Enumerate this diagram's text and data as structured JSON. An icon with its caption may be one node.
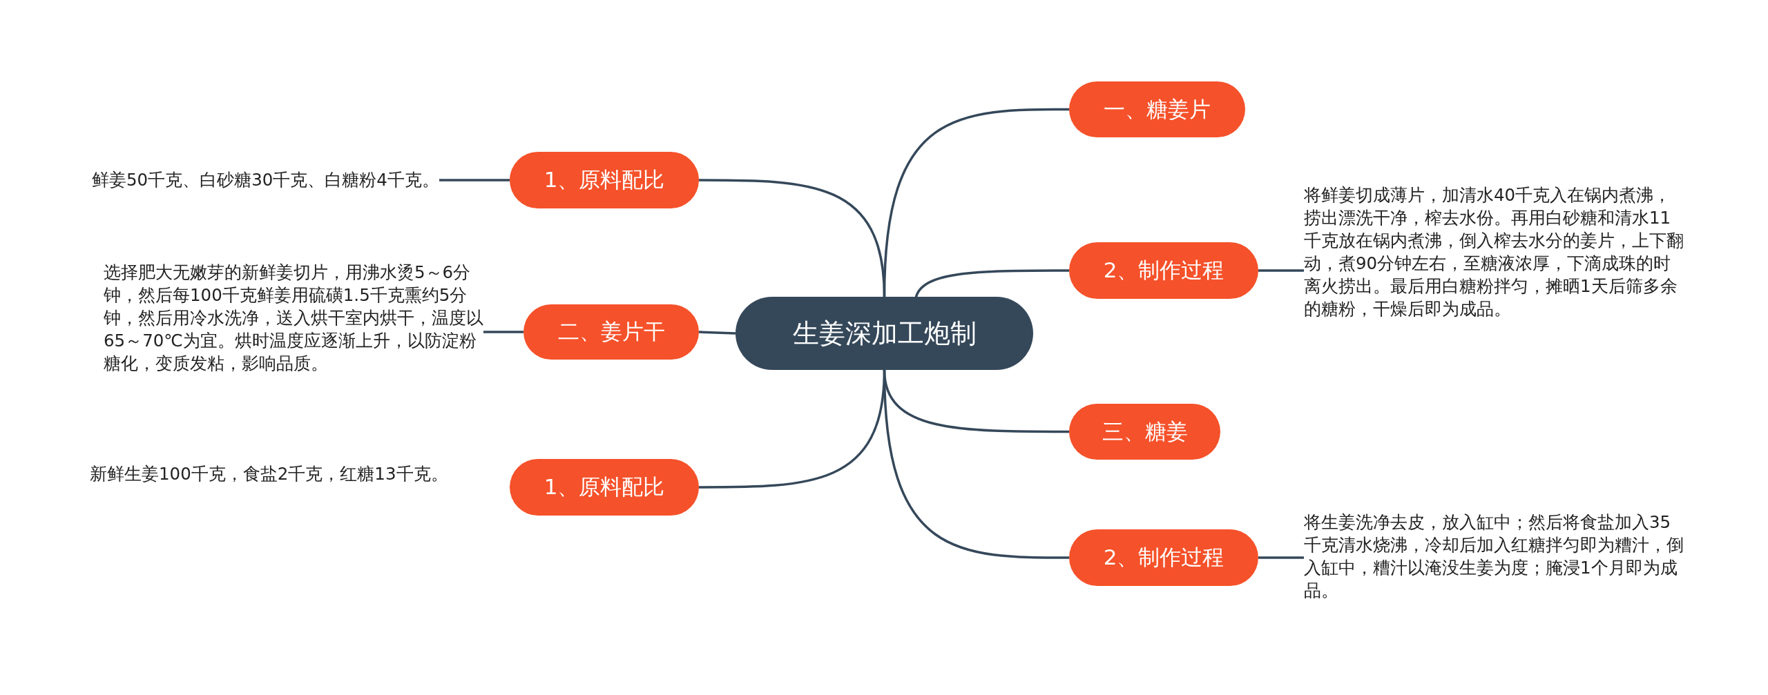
{
  "diagram": {
    "nodes": [
      {
        "text": [
          "生姜深加工炮制"
        ]
      },
      {
        "text": [
          "一、糖姜片"
        ]
      },
      {
        "text": [
          "2、制作过程"
        ]
      },
      {
        "text": [
          "将鲜姜切成薄片，加清水40千克入在锅内煮沸，捞出漂洗干净，榨去水份。再用白砂糖和清水11千克放在锅内煮沸，倒入榨去水分的姜片，上下翻动，煮90分钟左右，至糖液浓厚，下滴成珠的时离火捞出。最后用白糖粉拌匀，摊晒1天后筛多余的糖粉，干燥后即为成品。"
        ]
      },
      {
        "text": [
          "三、糖姜"
        ]
      },
      {
        "text": [
          "2、制作过程"
        ]
      },
      {
        "text": [
          "将生姜洗净去皮，放入缸中；然后将食盐加入35千克清水烧沸，冷却后加入红糖拌匀即为糟汁，倒入缸中，糟汁以淹没生姜为度；腌浸1个月即为成品。"
        ]
      },
      {
        "text": [
          "1、原料配比"
        ]
      },
      {
        "text": [
          "鲜姜50千克、白砂糖30千克、白糖粉4千克。"
        ]
      },
      {
        "text": [
          "二、姜片干"
        ]
      },
      {
        "text": [
          "选择肥大无嫩芽的新鲜姜切片，用沸水烫5～6分钟，然后每100千克鲜姜用硫磺1.5千克熏约5分钟，然后用冷水洗净，送入烘干室内烘干，温度以65～70℃为宜。烘时温度应逐渐上升，以防淀粉糖化，变质发粘，影响品质。"
        ]
      },
      {
        "text": [
          "1、原料配比"
        ]
      },
      {
        "text": [
          "新鲜生姜100千克，食盐2千克，红糖13千克。"
        ]
      }
    ],
    "edges": [
      {
        "from": 0,
        "to": 1,
        "arrow": "none"
      },
      {
        "from": 0,
        "to": 2,
        "arrow": "none"
      },
      {
        "from": 2,
        "to": 3,
        "arrow": "none"
      },
      {
        "from": 0,
        "to": 4,
        "arrow": "none"
      },
      {
        "from": 0,
        "to": 5,
        "arrow": "none"
      },
      {
        "from": 5,
        "to": 6,
        "arrow": "none"
      },
      {
        "from": 0,
        "to": 7,
        "arrow": "none"
      },
      {
        "from": 7,
        "to": 8,
        "arrow": "none"
      },
      {
        "from": 0,
        "to": 9,
        "arrow": "none"
      },
      {
        "from": 9,
        "to": 10,
        "arrow": "none"
      },
      {
        "from": 0,
        "to": 11,
        "arrow": "none"
      }
    ]
  }
}
